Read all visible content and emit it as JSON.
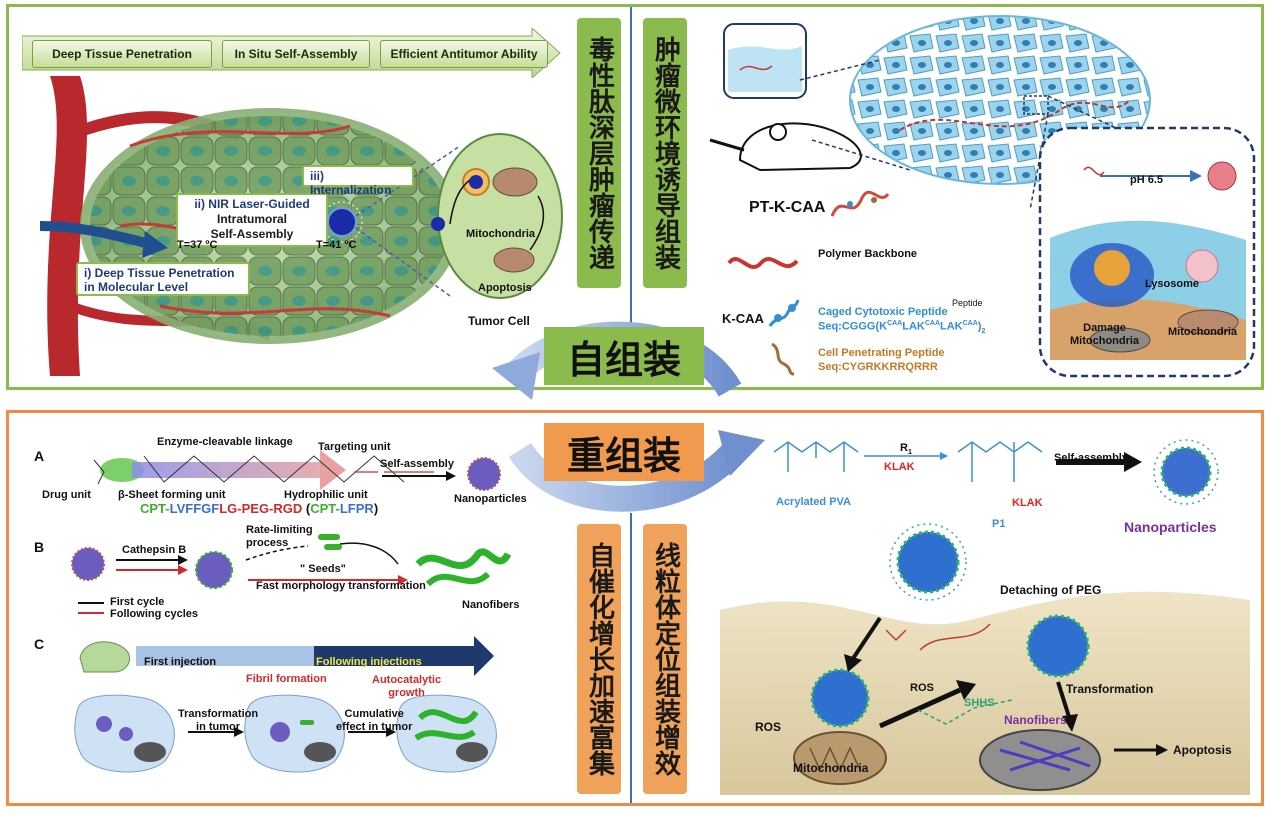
{
  "ribbon": {
    "items": [
      "Deep Tissue Penetration",
      "In Situ Self-Assembly",
      "Efficient Antitumor Ability"
    ]
  },
  "top_left": {
    "deep_penetration": "i) Deep Tissue Penetration\nin Molecular Level",
    "nir_title": "ii) NIR Laser-Guided",
    "nir_sub": "Intratumoral\nSelf-Assembly",
    "internalization": "iii) Internalization",
    "t37": "T=37 ºC",
    "t41": "T=41 ºC",
    "mitochondria": "Mitochondria",
    "apoptosis": "Apoptosis",
    "tumor_cell": "Tumor Cell"
  },
  "vertical_labels": {
    "top_left": "毒性肽深层肿瘤传递",
    "top_right": "肿瘤微环境诱导组装",
    "bottom_left": "自催化增长加速富集",
    "bottom_right": "线粒体定位组装增效"
  },
  "center": {
    "self_assembly": "自组装",
    "reassembly": "重组装"
  },
  "top_right": {
    "ptkcaa": "PT-K-CAA",
    "kcaa": "K-CAA",
    "polymer_backbone": "Polymer Backbone",
    "caged_title": "Caged Cytotoxic Peptide",
    "caged_seq": "Seq:CGGG(K",
    "cpp_title": "Cell Penetrating Peptide",
    "cpp_seq": "Seq:CYGRKKRRQRRR",
    "peptide": "Peptide",
    "ph": "pH 6.5",
    "lysosome": "Lysosome",
    "mitochondria": "Mitochondria",
    "damage": "Damage\nMitochondria"
  },
  "bottom_left": {
    "a": "A",
    "b": "B",
    "c": "C",
    "enzyme": "Enzyme-cleavable linkage",
    "targeting": "Targeting unit",
    "drug": "Drug unit",
    "beta": "β-Sheet forming unit",
    "hydrophilic": "Hydrophilic unit",
    "self_assembly": "Self-assembly",
    "nanoparticles": "Nanoparticles",
    "sequence_parts": [
      "CPT-",
      "LVFFGF",
      "LG-PEG-RGD",
      " (",
      "CPT-",
      "LFPR",
      ")"
    ],
    "cathepsin": "Cathepsin B",
    "rate_limiting": "Rate-limiting\nprocess",
    "seeds": "\" Seeds\"",
    "fast": "Fast morphology  transformation",
    "nanofibers": "Nanofibers",
    "first_cycle": "First cycle",
    "following_cycles": "Following cycles",
    "first_injection": "First injection",
    "following_injections": "Following injections",
    "fibril": "Fibril formation",
    "autocatalytic": "Autocatalytic\ngrowth",
    "transformation": "Transformation\nin tumor",
    "cumulative": "Cumulative\neffect in tumor"
  },
  "bottom_right": {
    "r1": "R",
    "klak": "KLAK",
    "acrylated": "Acrylated PVA",
    "p1": "P1",
    "self_assembly": "Self-assembly",
    "nanoparticles": "Nanoparticles",
    "detaching": "Detaching of PEG",
    "ros1": "ROS",
    "ros2": "ROS",
    "shhs": "SHHS",
    "transformation": "Transformation",
    "nanofibers": "Nanofibers",
    "mitochondria": "Mitochondria",
    "apoptosis": "Apoptosis"
  },
  "colors": {
    "green_border": "#8dbb4b",
    "orange_border": "#ee8c45",
    "divider_blue": "#3d6fb6",
    "klak_red": "#e8201c",
    "purple": "#7a2fa0"
  }
}
